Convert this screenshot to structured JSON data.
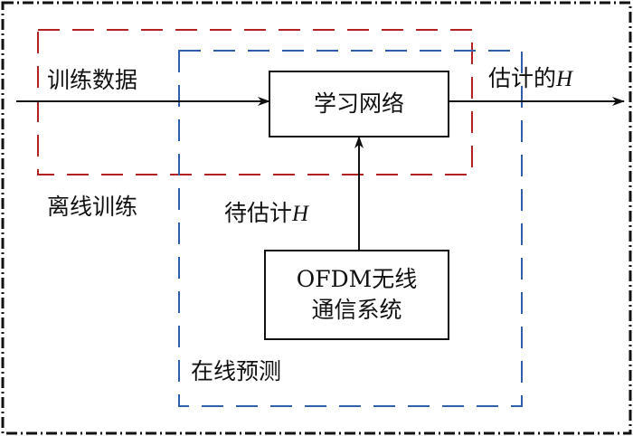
{
  "diagram": {
    "regions": {
      "offline_training": {
        "label": "离线训练",
        "color": "#b22222"
      },
      "online_prediction": {
        "label": "在线预测",
        "color": "#2f5fa8"
      }
    },
    "nodes": {
      "learning_network": {
        "label": "学习网络"
      },
      "ofdm_system": {
        "line1": "OFDM无线",
        "line2": "通信系统"
      }
    },
    "edges": {
      "training_data": {
        "label": "训练数据"
      },
      "estimated_h": {
        "label_prefix": "估计的",
        "label_var": "H"
      },
      "to_estimate_h": {
        "label_prefix": "待估计",
        "label_var": "H"
      }
    },
    "colors": {
      "line": "#111111",
      "border": "#111111"
    }
  }
}
